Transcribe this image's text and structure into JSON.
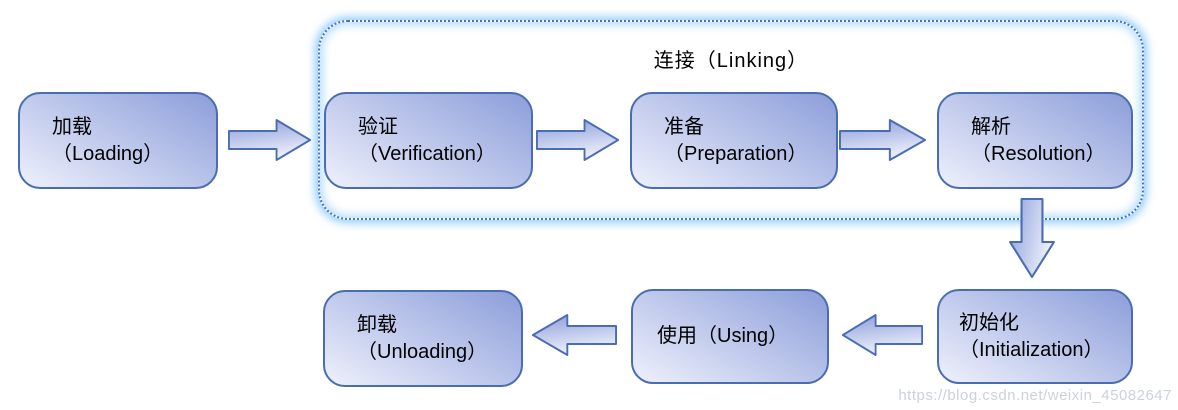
{
  "linking_group_label": "连接（Linking）",
  "nodes": {
    "loading": {
      "zh": "加载",
      "en": "（Loading）"
    },
    "verification": {
      "zh": "验证",
      "en": "（Verification）"
    },
    "preparation": {
      "zh": "准备",
      "en": "（Preparation）"
    },
    "resolution": {
      "zh": "解析",
      "en": "（Resolution）"
    },
    "initialization": {
      "zh": "初始化",
      "en": "（Initialization）"
    },
    "using": {
      "label": "使用（Using）"
    },
    "unloading": {
      "zh": "卸载",
      "en": "（Unloading）"
    }
  },
  "watermark": "https://blog.csdn.net/weixin_45082647",
  "colors": {
    "box_border": "#4a6cb3",
    "box_gradient_dark": "#8c9eda",
    "box_gradient_light": "#e9ecfa",
    "group_border": "#3f74c9",
    "group_glow": "#7dc3fa",
    "arrow_border": "#4a6cb3",
    "watermark_text": "#cdd1d9"
  }
}
